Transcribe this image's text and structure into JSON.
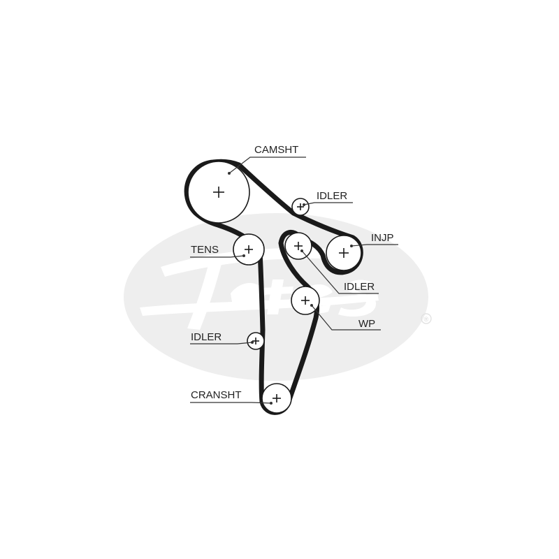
{
  "colors": {
    "background": "#ffffff",
    "belt": "#1a1a1a",
    "watermark": "#eeeeee"
  },
  "labels": {
    "camshaft": "CAMSHT",
    "idler_top": "IDLER",
    "injection_pump": "INJP",
    "tensioner": "TENS",
    "idler_middle": "IDLER",
    "water_pump": "WP",
    "idler_bottom": "IDLER",
    "crankshaft": "CRANSHT"
  },
  "watermark": {
    "brand": "Gates",
    "registered_mark": "®"
  }
}
